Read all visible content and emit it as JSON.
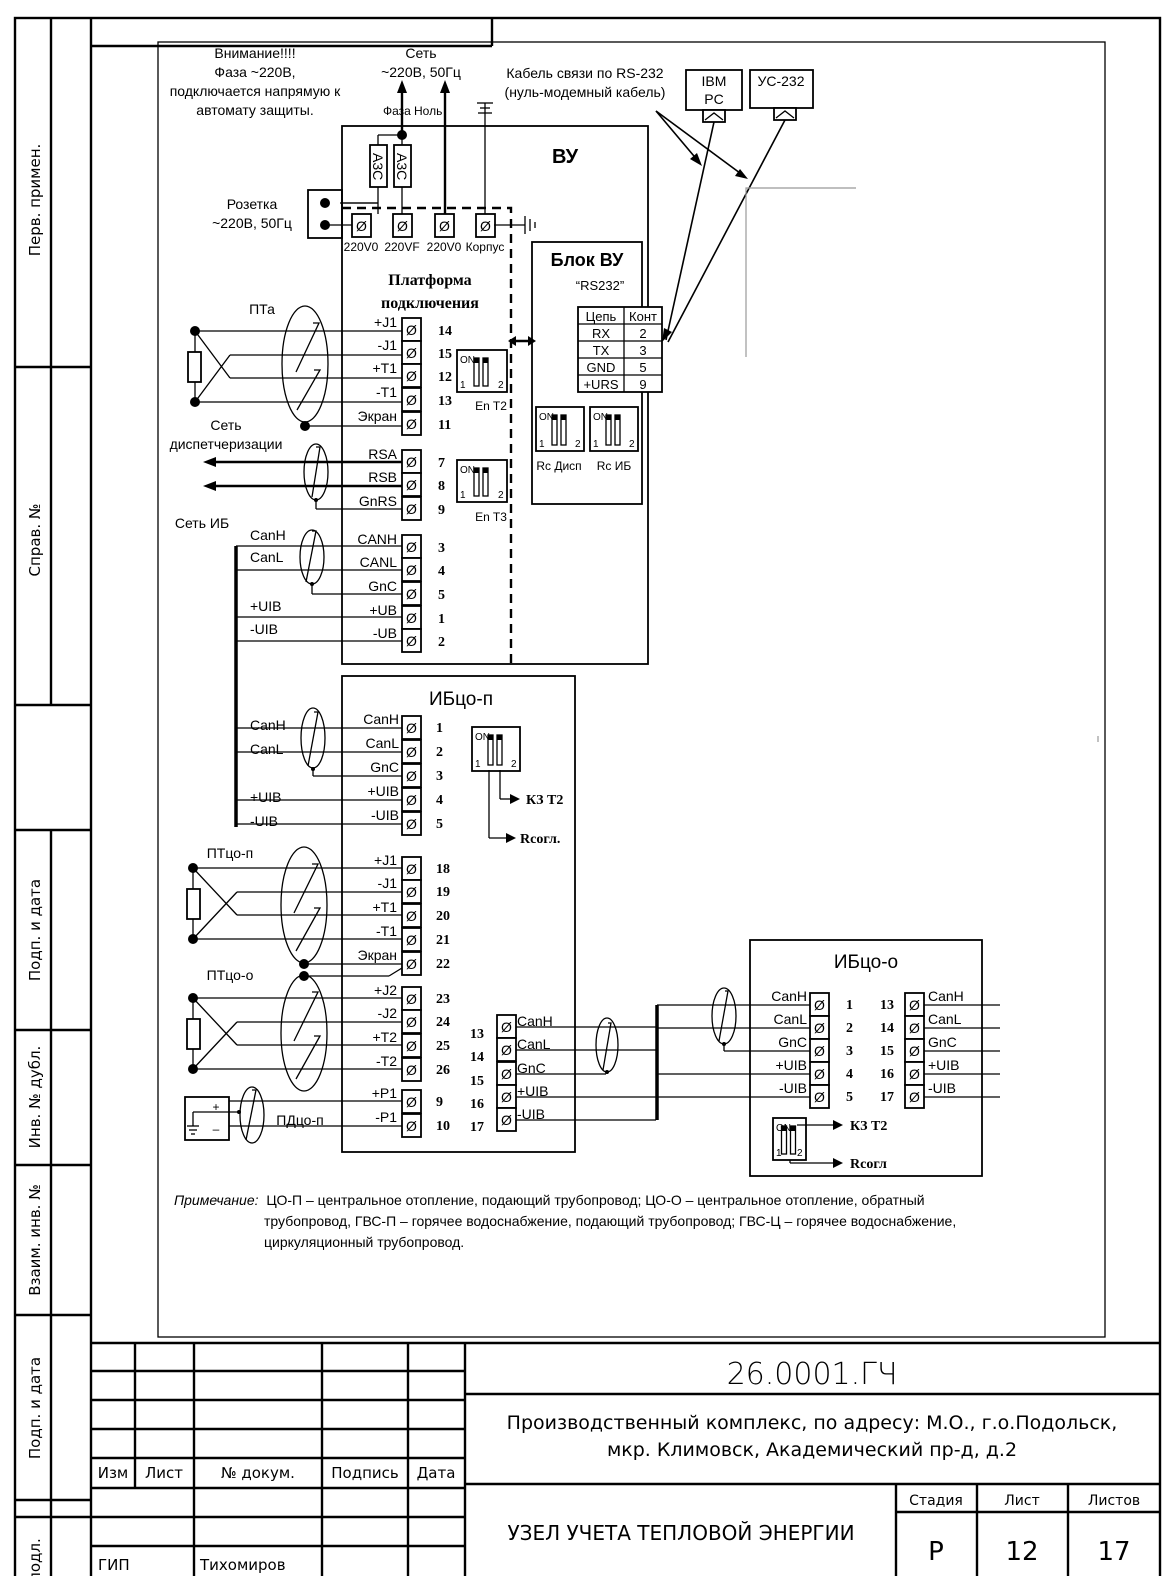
{
  "side_stamp": {
    "cells": [
      "Перв. примен.",
      "Справ. №",
      "Подп. и дата",
      "Инв. № дубл.",
      "Взаим. инв. №",
      "Подп. и дата",
      "Инв. № подл."
    ]
  },
  "notes": {
    "warning": [
      "Внимание!!!!",
      "Фаза ~220В,",
      "подключается напрямую к",
      "автомату защиты."
    ],
    "mains": [
      "Сеть",
      "~220В, 50Гц"
    ],
    "phase": "Фаза",
    "neutral": "Ноль",
    "cable": [
      "Кабель связи по RS-232",
      "(нуль-модемный кабель)"
    ],
    "socket": [
      "Розетка",
      "~220В, 50Гц"
    ],
    "breaker": "А3С",
    "dispatch_net": [
      "Сеть",
      "диспетчеризации"
    ],
    "ib_net": "Сеть ИБ",
    "remark_label": "Примечание:",
    "remark_lines": [
      "ЦО-П – центральное отопление, подающий трубопровод; ЦО-О – центральное отопление, обратный",
      "трубопровод, ГВС-П – горячее водоснабжение, подающий трубопровод; ГВС-Ц – горячее водоснабжение,",
      "циркуляционный трубопровод."
    ]
  },
  "devices": {
    "ibm_pc": [
      "IBM",
      "PC"
    ],
    "us232": "УС-232",
    "vu": {
      "title": "ВУ",
      "power_terminals": [
        "220V0",
        "220VF",
        "220V0",
        "Корпус"
      ],
      "platform_title": [
        "Платформа",
        "подключения"
      ],
      "block_title": "Блок ВУ",
      "rs232_label": "“RS232”",
      "rs232_table": {
        "headers": [
          "Цепь",
          "Конт"
        ],
        "rows": [
          [
            "RX",
            "2"
          ],
          [
            "TX",
            "3"
          ],
          [
            "GND",
            "5"
          ],
          [
            "+URS",
            "9"
          ]
        ]
      },
      "switches": [
        {
          "label": "En T2",
          "on": "ON",
          "n1": "1",
          "n2": "2"
        },
        {
          "label": "En T3",
          "on": "ON",
          "n1": "1",
          "n2": "2"
        },
        {
          "label": "Rc Дисп",
          "on": "ON",
          "n1": "1",
          "n2": "2"
        },
        {
          "label": "Rc ИБ",
          "on": "ON",
          "n1": "1",
          "n2": "2"
        }
      ],
      "terminals": [
        {
          "sig": "+J1",
          "num": "14"
        },
        {
          "sig": "-J1",
          "num": "15"
        },
        {
          "sig": "+T1",
          "num": "12"
        },
        {
          "sig": "-T1",
          "num": "13"
        },
        {
          "sig": "Экран",
          "num": "11"
        },
        {
          "sig": "RSA",
          "num": "7"
        },
        {
          "sig": "RSB",
          "num": "8"
        },
        {
          "sig": "GnRS",
          "num": "9"
        },
        {
          "sig": "CANH",
          "num": "3"
        },
        {
          "sig": "CANL",
          "num": "4"
        },
        {
          "sig": "GnC",
          "num": "5"
        },
        {
          "sig": "+UB",
          "num": "1"
        },
        {
          "sig": "-UB",
          "num": "2"
        }
      ],
      "sensor": "ПТа",
      "ib_wires": [
        "CanH",
        "CanL",
        "+UIB",
        "-UIB"
      ]
    },
    "ibco_p": {
      "title": "ИБцо-п",
      "can_terminals": [
        {
          "sig": "CanH",
          "num": "1"
        },
        {
          "sig": "CanL",
          "num": "2"
        },
        {
          "sig": "GnC",
          "num": "3"
        },
        {
          "sig": "+UIB",
          "num": "4"
        },
        {
          "sig": "-UIB",
          "num": "5"
        }
      ],
      "ext_wires": [
        "CanH",
        "CanL",
        "+UIB",
        "-UIB"
      ],
      "switch": {
        "on": "ON",
        "n1": "1",
        "n2": "2",
        "out1": "КЗ Т2",
        "out2": "Rсогл."
      },
      "sensor_terminals": [
        {
          "sig": "+J1",
          "num": "18"
        },
        {
          "sig": "-J1",
          "num": "19"
        },
        {
          "sig": "+T1",
          "num": "20"
        },
        {
          "sig": "-T1",
          "num": "21"
        },
        {
          "sig": "Экран",
          "num": "22"
        },
        {
          "sig": "+J2",
          "num": "23"
        },
        {
          "sig": "-J2",
          "num": "24"
        },
        {
          "sig": "+T2",
          "num": "25"
        },
        {
          "sig": "-T2",
          "num": "26"
        },
        {
          "sig": "+P1",
          "num": "9"
        },
        {
          "sig": "-P1",
          "num": "10"
        }
      ],
      "out_terminals": [
        {
          "sig": "CanH",
          "num": "13"
        },
        {
          "sig": "CanL",
          "num": "14"
        },
        {
          "sig": "GnC",
          "num": "15"
        },
        {
          "sig": "+UIB",
          "num": "16"
        },
        {
          "sig": "-UIB",
          "num": "17"
        }
      ],
      "sensors": [
        "ПТцо-п",
        "ПТцо-о",
        "ПДцо-п"
      ],
      "plus": "+",
      "minus": "–"
    },
    "ibco_o": {
      "title": "ИБцо-о",
      "left_terminals": [
        {
          "sig": "CanH",
          "num": "1"
        },
        {
          "sig": "CanL",
          "num": "2"
        },
        {
          "sig": "GnC",
          "num": "3"
        },
        {
          "sig": "+UIB",
          "num": "4"
        },
        {
          "sig": "-UIB",
          "num": "5"
        }
      ],
      "right_terminals": [
        {
          "sig": "CanH",
          "num": "13"
        },
        {
          "sig": "CanL",
          "num": "14"
        },
        {
          "sig": "GnC",
          "num": "15"
        },
        {
          "sig": "+UIB",
          "num": "16"
        },
        {
          "sig": "-UIB",
          "num": "17"
        }
      ],
      "switch": {
        "on": "ON",
        "n1": "1",
        "n2": "2",
        "out1": "КЗ Т2",
        "out2": "Rсогл"
      }
    }
  },
  "title_block": {
    "doc_code": "26.0001.ГЧ",
    "object_lines": [
      "Производственный комплекс, по адресу: М.О., г.о.Подольск,",
      "мкр. Климовск, Академический пр-д, д.2"
    ],
    "drawing_title": "УЗЕЛ УЧЕТА ТЕПЛОВОЙ ЭНЕРГИИ",
    "col_headers": [
      "Изм",
      "Лист",
      "№ докум.",
      "Подпись",
      "Дата"
    ],
    "stage_label": "Стадия",
    "sheet_label": "Лист",
    "sheets_label": "Листов",
    "stage": "Р",
    "sheet": "12",
    "sheets": "17",
    "role": "ГИП",
    "person": "Тихомиров"
  }
}
